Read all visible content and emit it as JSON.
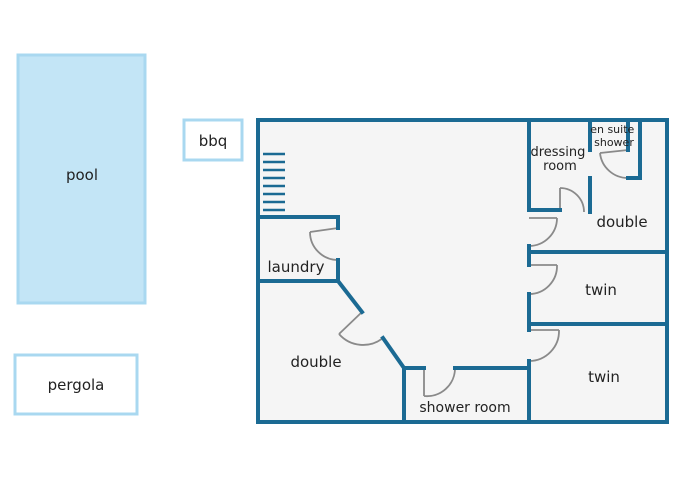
{
  "colors": {
    "wall": "#1b6a93",
    "floor": "#f5f5f5",
    "pool_fill": "#c3e5f6",
    "pool_border": "#a9d8f0",
    "outline_light": "#a9d8f0",
    "door": "#8a8a8a",
    "text": "#222222"
  },
  "outdoor": {
    "pool": "pool",
    "bbq": "bbq",
    "pergola": "pergola"
  },
  "rooms": {
    "dressing_room": [
      "dressing",
      "room"
    ],
    "en_suite_shower": [
      "en suite",
      "shower"
    ],
    "double_top_right": "double",
    "twin_middle_right": "twin",
    "twin_bottom_right": "twin",
    "laundry": "laundry",
    "double_left": "double",
    "shower_room": "shower room"
  }
}
